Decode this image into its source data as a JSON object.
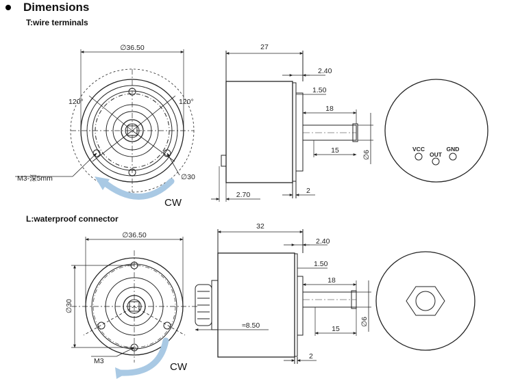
{
  "header": {
    "title": "Dimensions"
  },
  "sections": [
    {
      "label": "T:wire terminals"
    },
    {
      "label": "L:waterproof connector"
    }
  ],
  "t_front": {
    "diameter": "∅36.50",
    "angle_left": "120°",
    "angle_right": "120°",
    "thread": "M3-深5mm",
    "pcd": "∅30",
    "rotation": "CW"
  },
  "t_side": {
    "length": "27",
    "flange": "2.40",
    "step": "1.50",
    "shaft_len": "18",
    "flat_len": "15",
    "shaft_dia": "∅6",
    "base": "2.70",
    "end": "2"
  },
  "t_back": {
    "pins": [
      "VCC",
      "OUT",
      "GND"
    ]
  },
  "l_front": {
    "diameter": "∅36.50",
    "pcd": "∅30",
    "thread": "M3",
    "rotation": "CW"
  },
  "l_side": {
    "length": "32",
    "flange": "2.40",
    "step": "1.50",
    "shaft_len": "18",
    "flat_len": "15",
    "shaft_dia": "∅6",
    "connector": "≈8.50",
    "end": "2"
  },
  "colors": {
    "arrow": "#a9c9e4",
    "line": "#222222"
  }
}
